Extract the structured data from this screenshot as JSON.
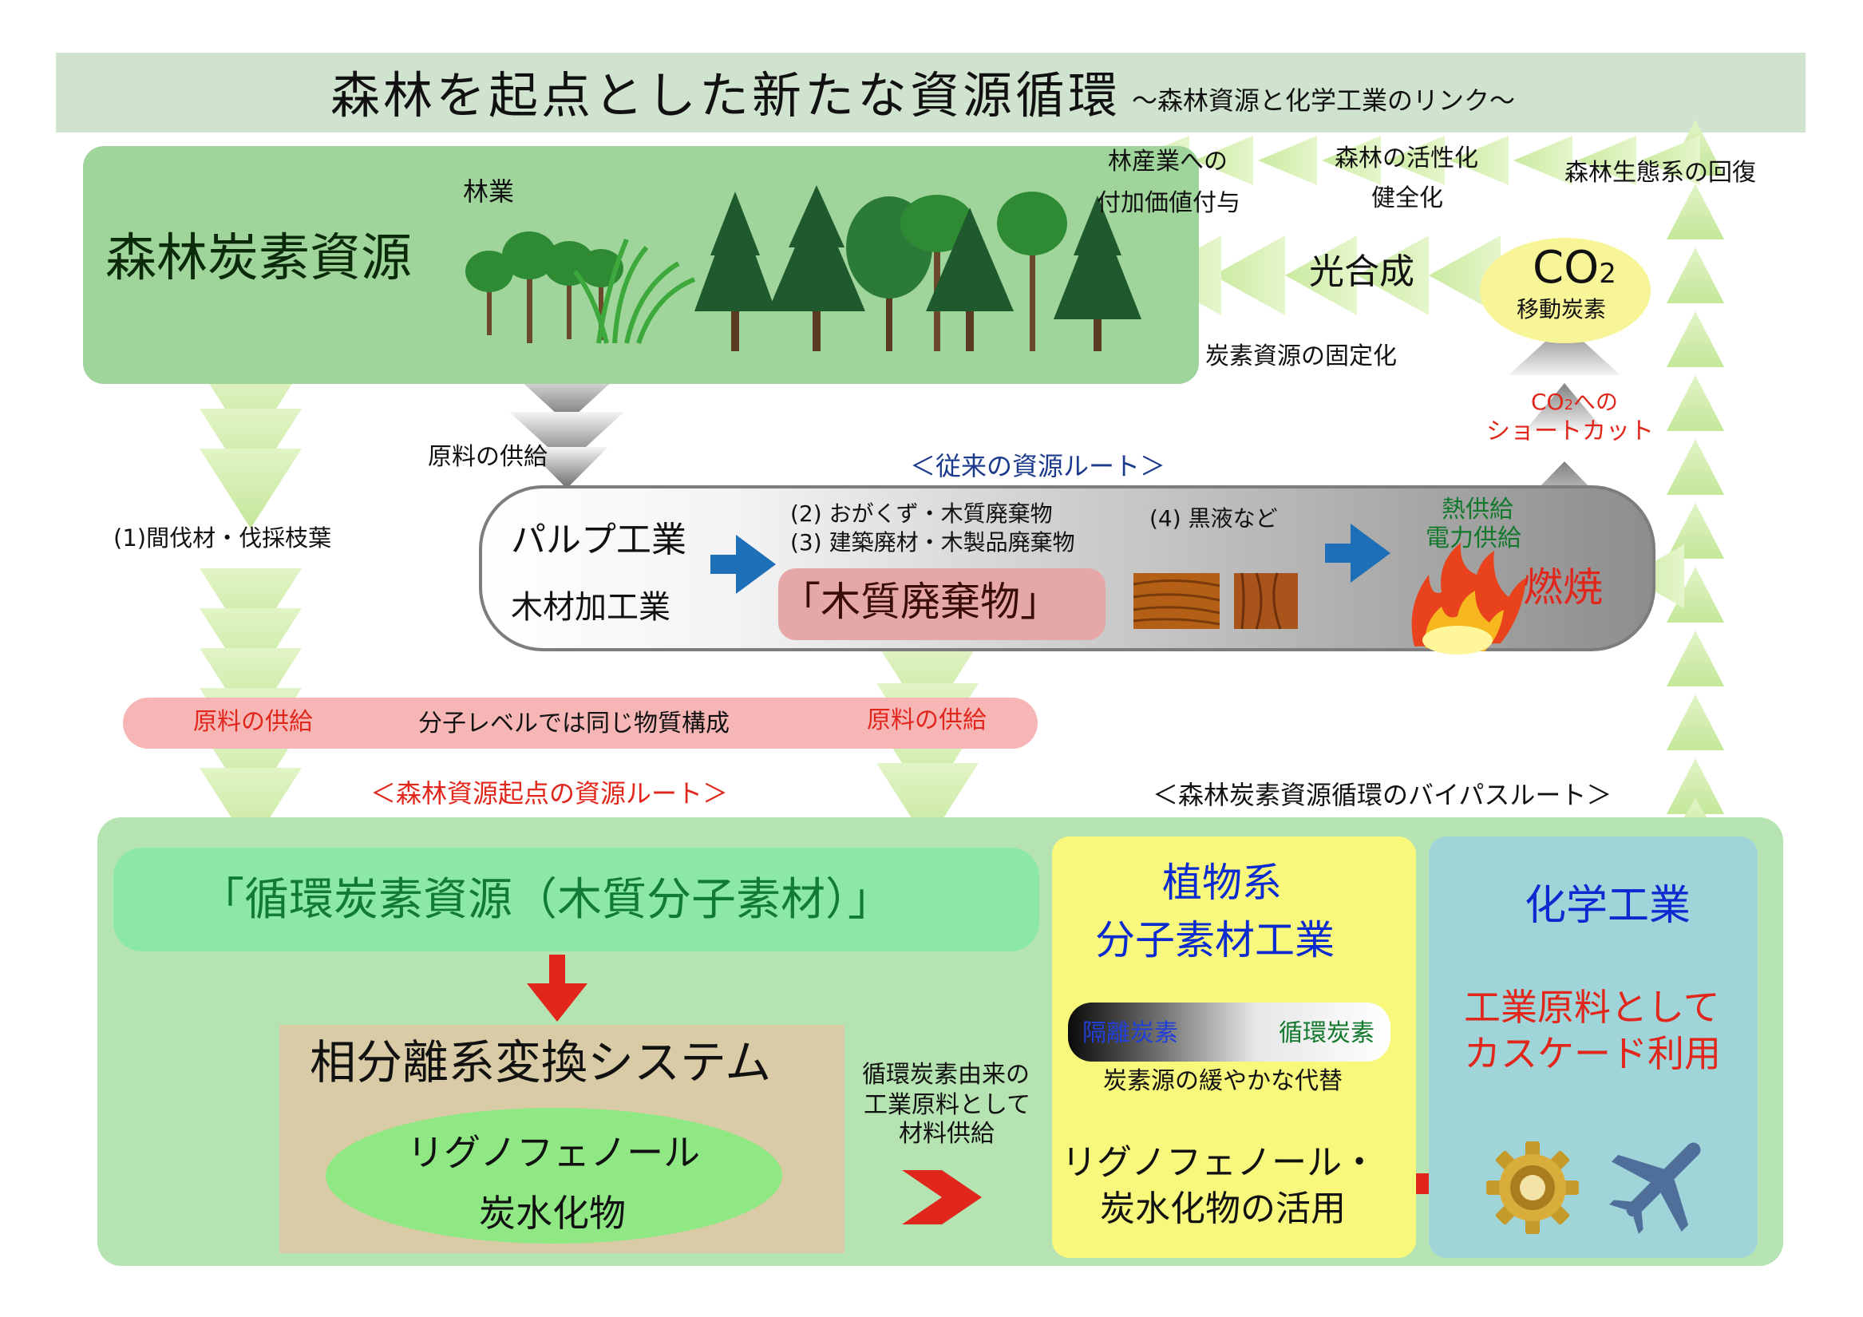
{
  "title": {
    "main": "森林を起点とした新たな資源循環",
    "sub": "～森林資源と化学工業のリンク～"
  },
  "forest": {
    "label": "森林炭素資源",
    "forestry": "林業",
    "value_add_1": "林産業への",
    "value_add_2": "付加価値付与",
    "activation_1": "森林の活性化",
    "activation_2": "健全化",
    "ecosystem": "森林生態系の回復",
    "photosynthesis": "光合成",
    "co2_main": "CO",
    "co2_sub": "2",
    "co2_moving": "移動炭素",
    "fixation": "炭素資源の固定化"
  },
  "conventional": {
    "supply": "原料の供給",
    "route_label": "＜従来の資源ルート＞",
    "pulp": "パルプ工業",
    "lumber": "木材加工業",
    "item2": "(2) おがくず・木質廃棄物",
    "item3": "(3) 建築廃材・木製品廃棄物",
    "item4": "(4) 黒液など",
    "wood_waste": "「木質廃棄物」",
    "heat": "熱供給",
    "power": "電力供給",
    "combustion": "燃焼",
    "shortcut_1a": "CO",
    "shortcut_1b": "2",
    "shortcut_1c": "への",
    "shortcut_2": "ショートカット"
  },
  "thinning": "(1)間伐材・伐採枝葉",
  "pink_band": {
    "left": "原料の供給",
    "center": "分子レベルでは同じ物質構成",
    "right": "原料の供給"
  },
  "forest_route_label": "＜森林資源起点の資源ルート＞",
  "bypass_label": "＜森林炭素資源循環のバイパスルート＞",
  "bottom": {
    "cyclic": "「循環炭素資源（木質分子素材）」",
    "system": "相分離系変換システム",
    "ellipse_1": "リグノフェノール",
    "ellipse_2": "炭水化物",
    "supply_1": "循環炭素由来の",
    "supply_2": "工業原料として",
    "supply_3": "材料供給",
    "plant_1": "植物系",
    "plant_2": "分子素材工業",
    "isolated": "隔離炭素",
    "circulating": "循環炭素",
    "gradual": "炭素源の緩やかな代替",
    "usage_1": "リグノフェノール・",
    "usage_2": "炭水化物の活用",
    "chem": "化学工業",
    "cascade_1": "工業原料として",
    "cascade_2": "カスケード利用"
  },
  "icons": [
    "tree-icon",
    "grass-icon",
    "fire-icon",
    "gear-icon",
    "airplane-icon",
    "wood-plank-icon"
  ],
  "colors": {
    "title_bg": "#cfe3cf",
    "forest_bg": "#9fd59b",
    "panel_bg": "#b5e3b1",
    "pink_band": "#f7b6b6",
    "plant_box": "#f8f87c",
    "chem_box": "#9fd4d8",
    "red": "#e1261c",
    "blue": "#0b2bd0",
    "arrow_green": "#d4efb0"
  }
}
